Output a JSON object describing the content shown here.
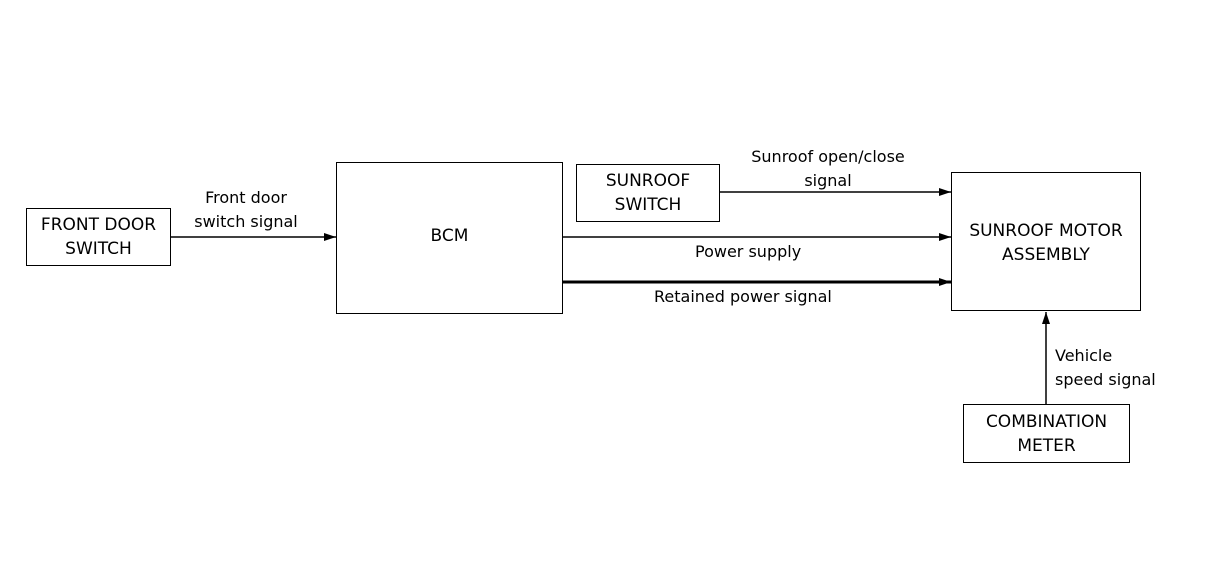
{
  "blocks": {
    "front_door_switch": [
      "FRONT DOOR",
      "SWITCH"
    ],
    "bcm": "BCM",
    "sunroof_switch": [
      "SUNROOF",
      "SWITCH"
    ],
    "sunroof_motor_assembly": [
      "SUNROOF MOTOR",
      "ASSEMBLY"
    ],
    "combination_meter": [
      "COMBINATION",
      "METER"
    ]
  },
  "signals": {
    "front_door_switch_signal": [
      "Front door",
      "switch signal"
    ],
    "sunroof_open_close_signal": [
      "Sunroof open/close",
      "signal"
    ],
    "power_supply": "Power supply",
    "retained_power_signal": "Retained power signal",
    "vehicle_speed_signal": [
      "Vehicle",
      "speed signal"
    ]
  }
}
